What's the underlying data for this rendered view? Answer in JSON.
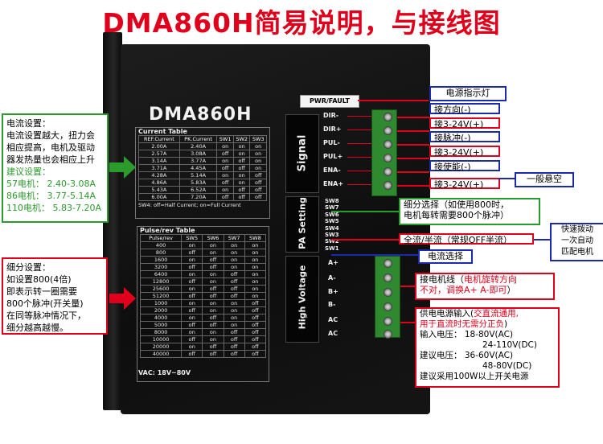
{
  "title": "DMA860H简易说明，与接线图",
  "model": "DMA860H",
  "current_table": {
    "title": "Current Table",
    "headers": [
      "REF.Current",
      "PK.Current",
      "SW1",
      "SW2",
      "SW3"
    ],
    "rows": [
      [
        "2.00A",
        "2.40A",
        "on",
        "on",
        "on"
      ],
      [
        "2.57A",
        "3.08A",
        "off",
        "on",
        "on"
      ],
      [
        "3.14A",
        "3.77A",
        "on",
        "off",
        "on"
      ],
      [
        "3.71A",
        "4.45A",
        "off",
        "off",
        "on"
      ],
      [
        "4.28A",
        "5.14A",
        "on",
        "on",
        "off"
      ],
      [
        "4.86A",
        "5.83A",
        "off",
        "on",
        "off"
      ],
      [
        "5.43A",
        "6.52A",
        "on",
        "off",
        "off"
      ],
      [
        "6.00A",
        "7.20A",
        "off",
        "off",
        "off"
      ]
    ],
    "note": "SW4: off=Half Current; on=Full Current"
  },
  "pulse_table": {
    "title": "Pulse/rev Table",
    "headers": [
      "Pulse/rev",
      "SW5",
      "SW6",
      "SW7",
      "SW8"
    ],
    "rows": [
      [
        "400",
        "on",
        "on",
        "on",
        "on"
      ],
      [
        "800",
        "off",
        "on",
        "on",
        "on"
      ],
      [
        "1600",
        "on",
        "off",
        "on",
        "on"
      ],
      [
        "3200",
        "off",
        "off",
        "on",
        "on"
      ],
      [
        "6400",
        "on",
        "on",
        "off",
        "on"
      ],
      [
        "12800",
        "off",
        "on",
        "off",
        "on"
      ],
      [
        "25600",
        "on",
        "off",
        "off",
        "on"
      ],
      [
        "51200",
        "off",
        "off",
        "off",
        "on"
      ],
      [
        "1000",
        "on",
        "on",
        "on",
        "off"
      ],
      [
        "2000",
        "off",
        "on",
        "on",
        "off"
      ],
      [
        "4000",
        "on",
        "off",
        "on",
        "off"
      ],
      [
        "5000",
        "off",
        "off",
        "on",
        "off"
      ],
      [
        "8000",
        "on",
        "on",
        "off",
        "off"
      ],
      [
        "10000",
        "off",
        "on",
        "off",
        "off"
      ],
      [
        "20000",
        "on",
        "off",
        "off",
        "off"
      ],
      [
        "40000",
        "off",
        "off",
        "off",
        "off"
      ]
    ]
  },
  "vac": "VAC: 18V~80V",
  "pwr_label": "PWR/FAULT",
  "section_signal": "Signal",
  "section_pa": "PA Setting",
  "section_hv": "High Voltage",
  "signal_pins": [
    "DIR-",
    "DIR+",
    "PUL-",
    "PUL+",
    "ENA-",
    "ENA+"
  ],
  "sw_pins": [
    "SW8",
    "SW7",
    "SW6",
    "SW5",
    "SW4",
    "SW3",
    "SW2",
    "SW1"
  ],
  "hv_pins": [
    "A+",
    "A-",
    "B+",
    "B-",
    "AC",
    "AC"
  ],
  "annotations": {
    "power_led": "电源指示灯",
    "dir_minus": "接方向(-)",
    "dir_plus": "接3-24V(+)",
    "pul_minus": "接脉冲(-)",
    "pul_plus": "接3-24V(+)",
    "ena_minus": "接使能(-)",
    "ena_plus": "接3-24V(+)",
    "floating": "一般悬空",
    "microstep_1": "细分选择（如使用800时，",
    "microstep_2": "电机每转需要800个脉冲）",
    "half_full": "全流/半流（常规OFF半流）",
    "current_select": "电流选择",
    "quick_1": "快速拨动",
    "quick_2": "一次自动",
    "quick_3": "匹配电机",
    "motor_1": "接电机线（",
    "motor_1r": "电机旋转方向",
    "motor_2r": "不对，调换A+ A-即可",
    "motor_2": "）",
    "power_1": "供电电源输入(",
    "power_1r": "交直流通用,",
    "power_2r": "用于直流时无需分正负",
    "power_2": ")",
    "power_3": "输入电压：  18-80V(AC)",
    "power_4": "24-110V(DC)",
    "power_5": "建议电压：  36-60V(AC)",
    "power_6": "48-80V(DC)",
    "power_7": "建议采用100W以上开关电源"
  },
  "left_current": {
    "l1": "电流设置：",
    "l2": "电流设置越大，扭力会",
    "l3": "相应提高，电机及驱动",
    "l4": "器发热量也会相应上升",
    "l5": "建议设置：",
    "l6": "57电机：  2.40-3.08A",
    "l7": "86电机：  3.77-5.14A",
    "l8": "110电机：  5.83-7.20A"
  },
  "left_microstep": {
    "l1": "细分设置：",
    "l2": "如设置800(4倍)",
    "l3": "即表示转一圈需要",
    "l4": "800个脉冲(开关量)",
    "l5": "在同等脉冲情况下，",
    "l6": "细分越高越慢。"
  },
  "colors": {
    "red": "#e0001b",
    "green": "#2c9a2c",
    "blue": "#1a2bb0"
  }
}
